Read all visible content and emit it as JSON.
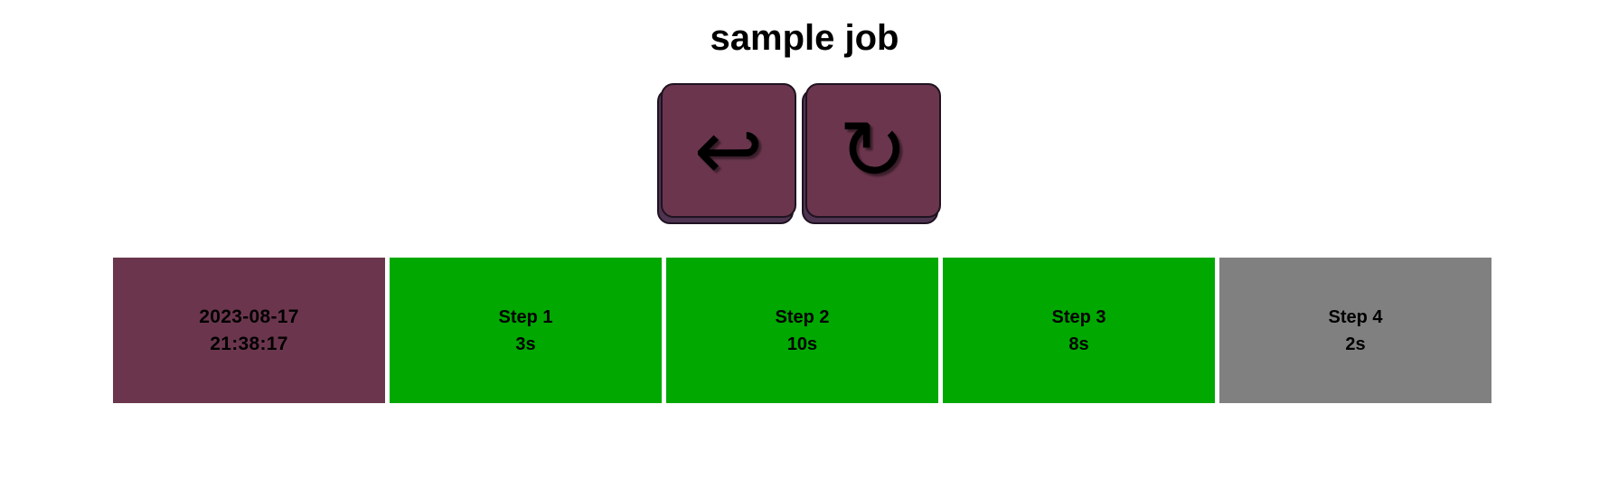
{
  "page": {
    "title": "sample job"
  },
  "controls": {
    "back_icon": "return-arrow-icon",
    "back_glyph": "↩",
    "rerun_icon": "clockwise-reload-icon",
    "rerun_glyph": "↻"
  },
  "colors": {
    "button": "#6b364d",
    "date_cell": "#6b364d",
    "success": "#00a800",
    "pending": "#808080"
  },
  "timeline": {
    "date": "2023-08-17",
    "time": "21:38:17",
    "steps": [
      {
        "name": "Step 1",
        "duration": "3s",
        "status": "success"
      },
      {
        "name": "Step 2",
        "duration": "10s",
        "status": "success"
      },
      {
        "name": "Step 3",
        "duration": "8s",
        "status": "success"
      },
      {
        "name": "Step 4",
        "duration": "2s",
        "status": "pending"
      }
    ]
  }
}
